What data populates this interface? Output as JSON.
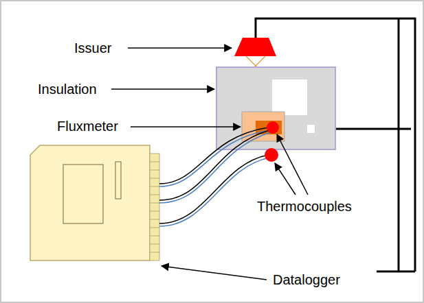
{
  "diagram": {
    "labels": [
      "Issuer",
      "Insulation",
      "Fluxmeter",
      "Thermocouples",
      "Datalogger"
    ]
  }
}
